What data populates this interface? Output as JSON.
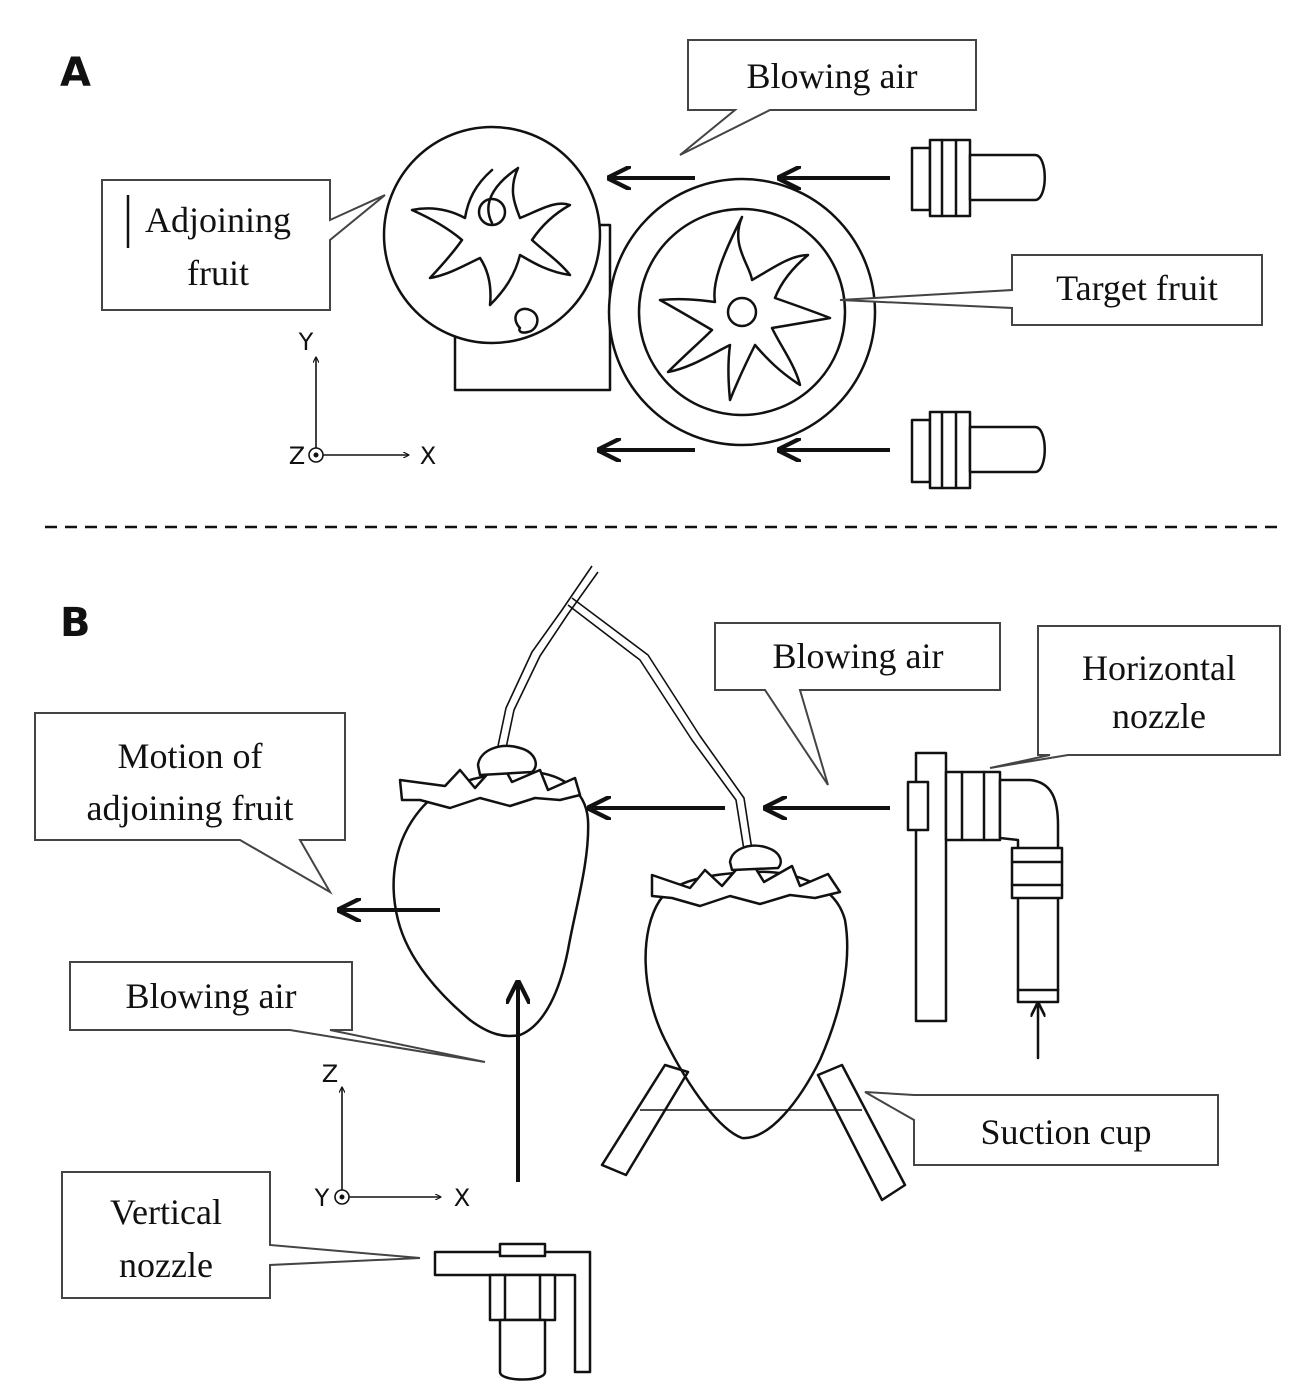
{
  "panels": {
    "a": {
      "letter": "A",
      "labels": {
        "blowing_air": "Blowing air",
        "adjoining_fruit_line1": "Adjoining",
        "adjoining_fruit_line2": "fruit",
        "target_fruit": "Target fruit"
      },
      "axes": {
        "x": "X",
        "y": "Y",
        "z": "Z"
      }
    },
    "b": {
      "letter": "B",
      "labels": {
        "blowing_air_top": "Blowing air",
        "horizontal_nozzle_line1": "Horizontal",
        "horizontal_nozzle_line2": "nozzle",
        "motion_line1": "Motion of",
        "motion_line2": "adjoining fruit",
        "blowing_air_bottom": "Blowing air",
        "suction_cup": "Suction cup",
        "vertical_nozzle_line1": "Vertical",
        "vertical_nozzle_line2": "nozzle"
      },
      "axes": {
        "x": "X",
        "y": "Y",
        "z": "Z"
      }
    }
  }
}
